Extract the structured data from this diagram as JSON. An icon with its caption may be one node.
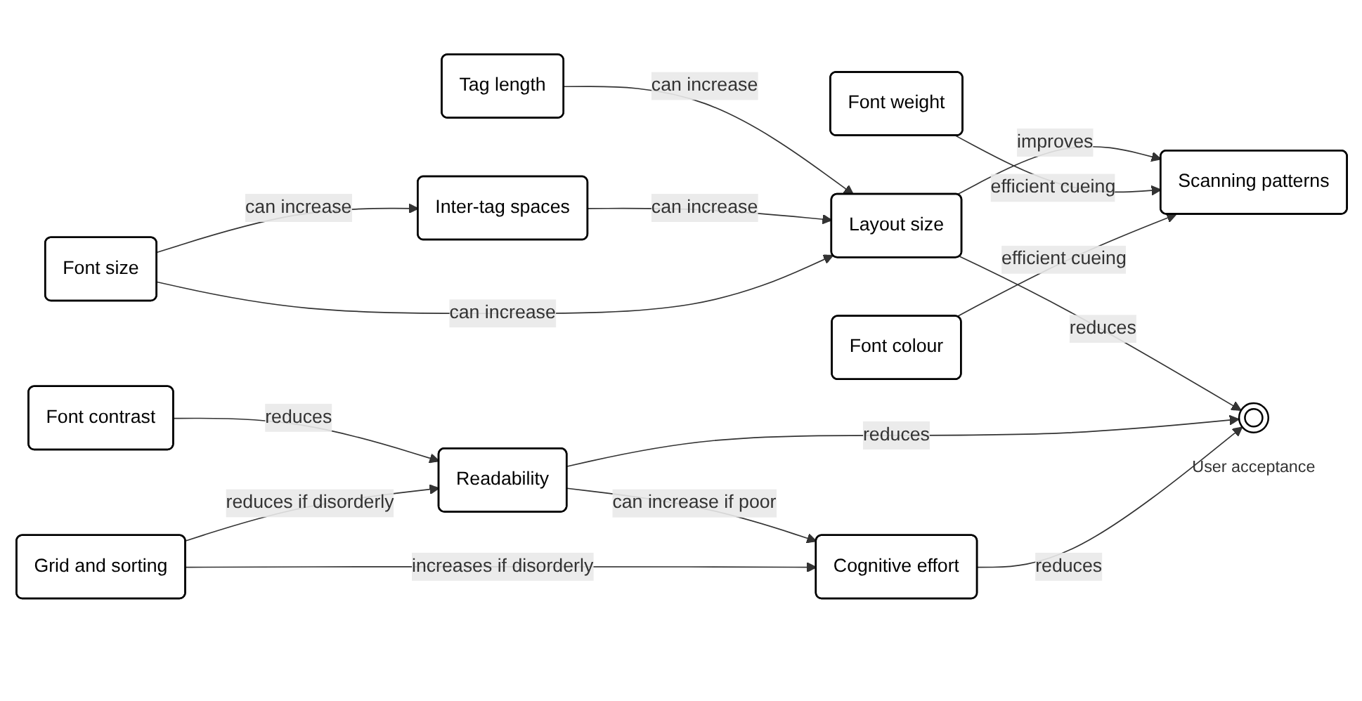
{
  "diagram": {
    "nodes": [
      {
        "text": [
          "Tag length"
        ]
      },
      {
        "text": [
          "Layout size"
        ]
      },
      {
        "text": [
          "Inter-tag spaces"
        ]
      },
      {
        "text": [
          "Font weight"
        ]
      },
      {
        "text": [
          "Scanning patterns"
        ]
      },
      {
        "text": [
          "Font size"
        ]
      },
      {
        "text": [
          "Font colour"
        ]
      },
      {
        "text": [
          "Readability"
        ]
      },
      {
        "text": [
          "Font contrast"
        ]
      },
      {
        "text": [],
        "shape": "circle",
        "beside": [
          "User acceptance"
        ]
      },
      {
        "text": [
          "Cognitive effort"
        ]
      },
      {
        "text": [
          "Grid and sorting"
        ]
      }
    ],
    "edges": [
      {
        "from": 0,
        "to": 1,
        "arrow": "to",
        "label": "can increase"
      },
      {
        "from": 2,
        "to": 1,
        "arrow": "to",
        "label": "can increase"
      },
      {
        "from": 5,
        "to": 1,
        "arrow": "to",
        "label": "can increase"
      },
      {
        "from": 5,
        "to": 2,
        "arrow": "to",
        "label": "can increase"
      },
      {
        "from": 1,
        "to": 4,
        "arrow": "to",
        "label": "improves"
      },
      {
        "from": 3,
        "to": 4,
        "arrow": "to",
        "label": "efficient cueing"
      },
      {
        "from": 6,
        "to": 4,
        "arrow": "to",
        "label": "efficient cueing"
      },
      {
        "from": 1,
        "to": 9,
        "arrow": "to",
        "label": "reduces"
      },
      {
        "from": 7,
        "to": 9,
        "arrow": "to",
        "label": "reduces"
      },
      {
        "from": 8,
        "to": 7,
        "arrow": "to",
        "label": "reduces"
      },
      {
        "from": 7,
        "to": 10,
        "arrow": "to",
        "label": "can increase if poor"
      },
      {
        "from": 11,
        "to": 7,
        "arrow": "to",
        "label": "reduces if disorderly"
      },
      {
        "from": 11,
        "to": 10,
        "arrow": "to",
        "label": "increases if disorderly"
      },
      {
        "from": 10,
        "to": 9,
        "arrow": "to",
        "label": "reduces"
      }
    ]
  }
}
